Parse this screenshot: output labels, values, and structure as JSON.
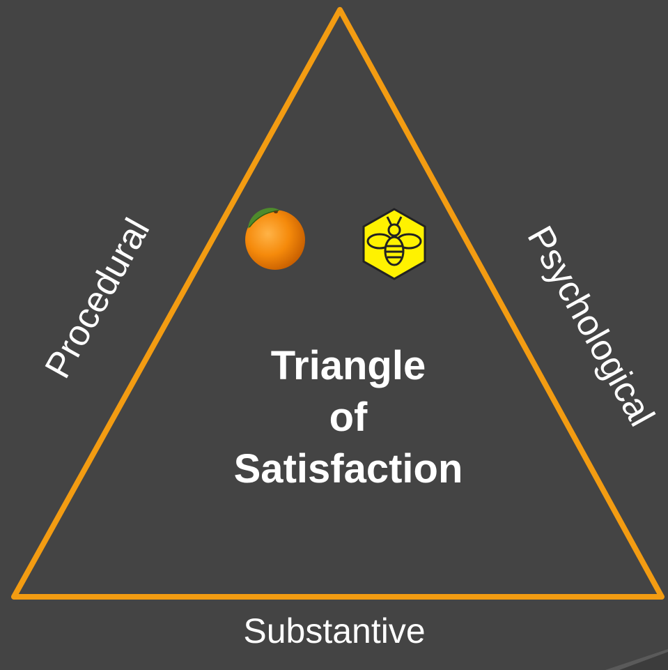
{
  "diagram": {
    "sides": {
      "left": "Procedural",
      "right": "Psychological",
      "bottom": "Substantive"
    },
    "center": {
      "line1": "Triangle",
      "line2": "of",
      "line3": "Satisfaction"
    },
    "icons": [
      "orange-icon",
      "bee-icon"
    ]
  },
  "colors": {
    "background": "#444444",
    "triangle_stroke": "#F39C12",
    "text": "#FFFFFF",
    "bee_hexagon": "#FFF200"
  }
}
